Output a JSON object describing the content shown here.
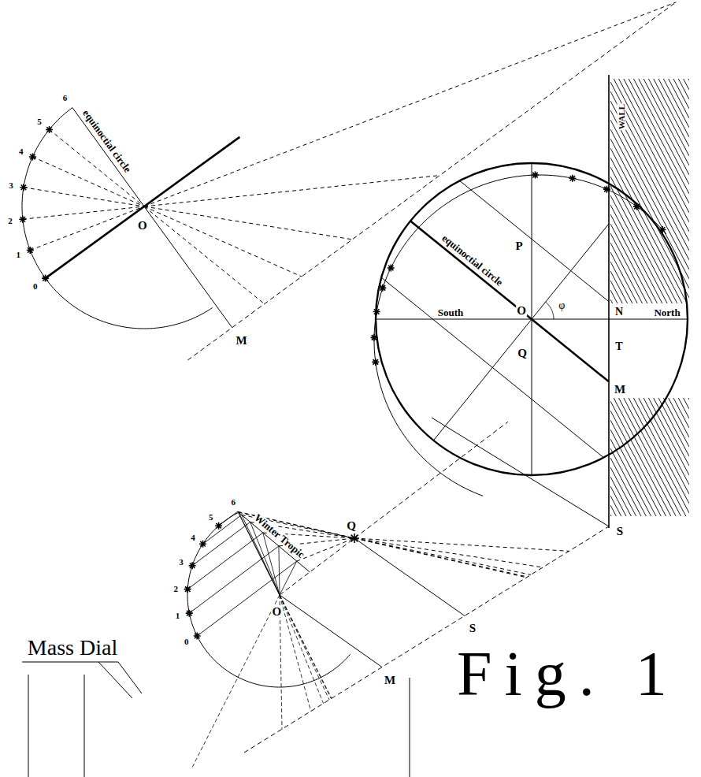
{
  "diagram": {
    "caption": "Fig. 1",
    "labels": [
      "equinoctial circle",
      "0",
      "1",
      "2",
      "3",
      "4",
      "5",
      "6",
      "O",
      "M",
      "WALL",
      "equinoctial circle",
      "P",
      "O",
      "φ",
      "South",
      "North",
      "N",
      "T",
      "Q",
      "M",
      "S",
      "Winter Tropic",
      "0",
      "1",
      "2",
      "3",
      "4",
      "5",
      "6",
      "Q",
      "O",
      "S",
      "M",
      "Mass Dial"
    ]
  }
}
